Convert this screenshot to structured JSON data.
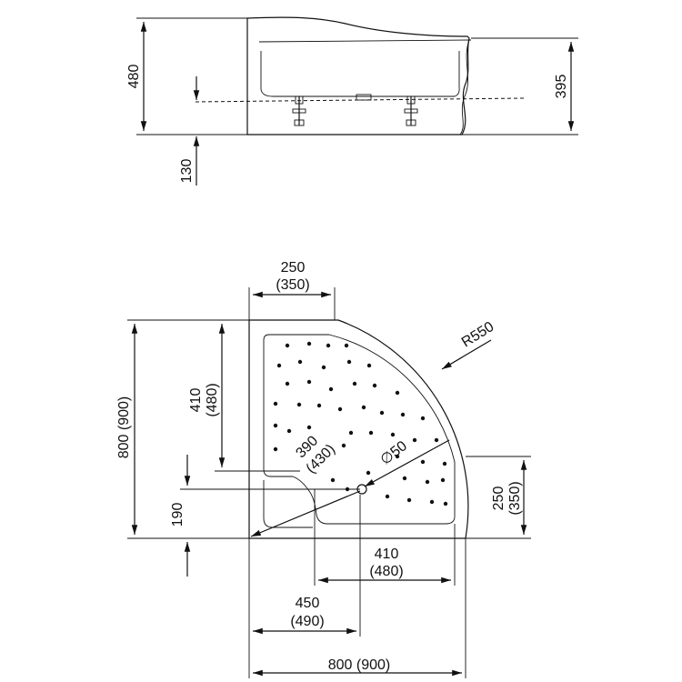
{
  "side_view": {
    "height_total": "480",
    "height_right": "395",
    "leg_offset": "130"
  },
  "plan_view": {
    "top_offset": "250",
    "top_offset_alt": "(350)",
    "radius": "R550",
    "depth_inner": "410",
    "depth_inner_alt": "(480)",
    "overall_left": "800 (900)",
    "drain_radius": "390",
    "drain_radius_alt": "(430)",
    "drain_diameter": "∅50",
    "right_offset": "250",
    "right_offset_alt": "(350)",
    "bottom_gap": "190",
    "bottom_inner": "410",
    "bottom_inner_alt": "(480)",
    "bottom_mid": "450",
    "bottom_mid_alt": "(490)",
    "overall_bottom": "800 (900)"
  },
  "colors": {
    "line": "#111111",
    "background": "#ffffff"
  }
}
